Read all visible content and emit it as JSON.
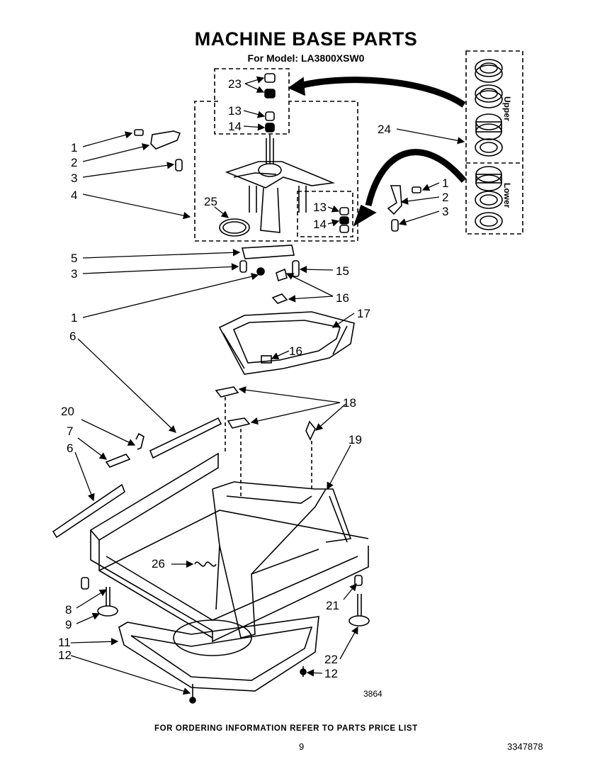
{
  "header": {
    "title": "MACHINE BASE PARTS",
    "subtitle": "For Model: LA3800XSW0"
  },
  "bearing_kit": {
    "upper_label": "Upper",
    "lower_label": "Lower"
  },
  "callouts": {
    "c23": "23",
    "c13a": "13",
    "c14a": "14",
    "c1a": "1",
    "c2a": "2",
    "c3a": "3",
    "c4": "4",
    "c24": "24",
    "c25": "25",
    "c1b": "1",
    "c2b": "2",
    "c3b": "3",
    "c13b": "13",
    "c14b": "14",
    "c5": "5",
    "c3c": "3",
    "c15": "15",
    "c1c": "1",
    "c16a": "16",
    "c17": "17",
    "c16b": "16",
    "c6a": "6",
    "c18": "18",
    "c20": "20",
    "c7": "7",
    "c19": "19",
    "c6b": "6",
    "c26": "26",
    "c8": "8",
    "c21": "21",
    "c9": "9",
    "c11": "11",
    "c12a": "12",
    "c22": "22",
    "c12b": "12"
  },
  "figure_number": "3864",
  "footer": {
    "ordering_note": "FOR ORDERING INFORMATION REFER TO PARTS PRICE LIST",
    "page_number": "9",
    "doc_number": "3347878"
  }
}
